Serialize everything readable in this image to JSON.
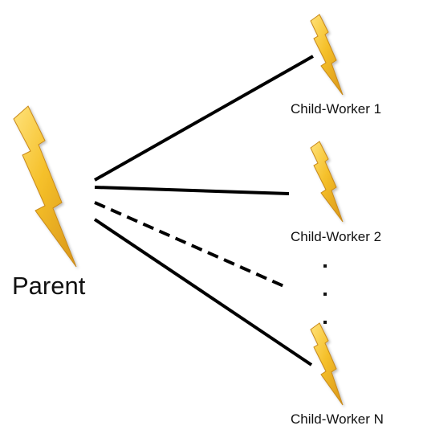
{
  "parent": {
    "label": "Parent",
    "icon": "lightning-bolt-icon"
  },
  "children": [
    {
      "label": "Child-Worker 1",
      "icon": "lightning-bolt-icon",
      "connector": "solid"
    },
    {
      "label": "Child-Worker 2",
      "icon": "lightning-bolt-icon",
      "connector": "solid"
    },
    {
      "label": "",
      "icon": "",
      "connector": "dashed"
    },
    {
      "label": "Child-Worker N",
      "icon": "lightning-bolt-icon",
      "connector": "solid"
    }
  ],
  "ellipsis": "vertical-dots",
  "colors": {
    "bolt_fill": "#F5C02A",
    "bolt_highlight": "#FFE27A",
    "bolt_shadow": "#D9961A",
    "line": "#000000",
    "text": "#111111"
  }
}
